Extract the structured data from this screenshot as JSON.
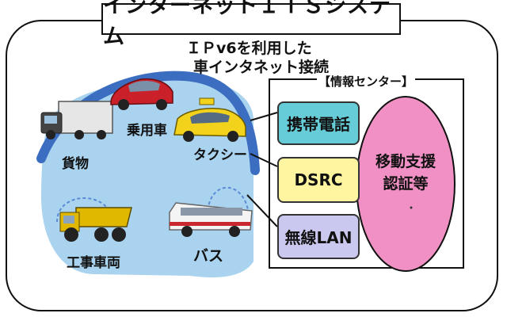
{
  "title": "インターネットＩＴＳシステム",
  "ipv6_line": "ＩＰv6を利用した",
  "connection_line": "車インタネット接続",
  "center_label": "【情報センター】",
  "vehicles": {
    "cargo": "貨物",
    "car": "乗用車",
    "taxi": "タクシー",
    "work": "工事車両",
    "bus": "バス"
  },
  "channels": {
    "phone": "携帯電話",
    "dsrc": "DSRC",
    "lan": "無線LAN"
  },
  "services": {
    "line1": "移動支援",
    "line2": "認証等"
  },
  "colors": {
    "cloud": "#a9d3ee",
    "arc": "#3b6dc0",
    "phone": "#66ccd8",
    "dsrc": "#fff5a0",
    "lan": "#cbc8ef",
    "oval": "#f090c4"
  }
}
